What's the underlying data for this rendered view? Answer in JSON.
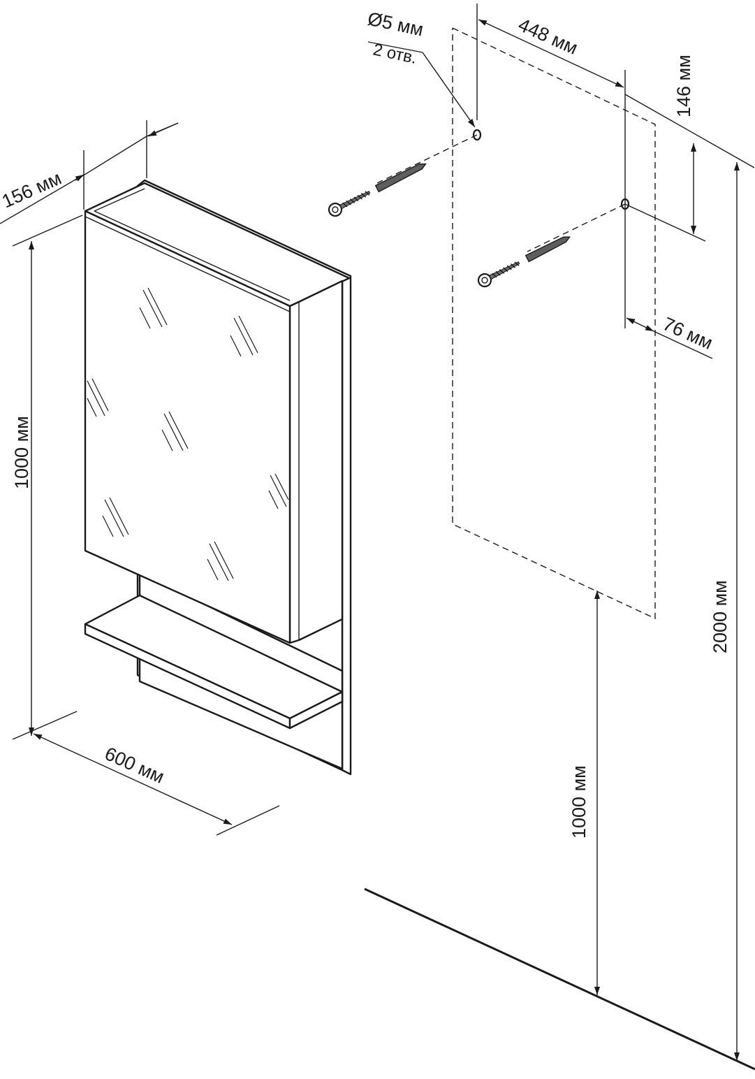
{
  "dimensions": {
    "depth": "156 мм",
    "height": "1000 мм",
    "width": "600 мм",
    "hole_spacing": "448 мм",
    "hole_vertical_offset": "146 мм",
    "hole_side_offset": "76 мм",
    "mount_height_floor": "1000 мм",
    "total_height_floor": "2000 мм"
  },
  "holes": {
    "diameter": "Ø5 мм",
    "count": "2 отв."
  },
  "icons": [
    "screw-icon",
    "wall-plug-icon",
    "mounting-hole-icon",
    "mirror-cabinet-illustration"
  ],
  "colors": {
    "line": "#1a1a1a",
    "background": "#ffffff"
  }
}
